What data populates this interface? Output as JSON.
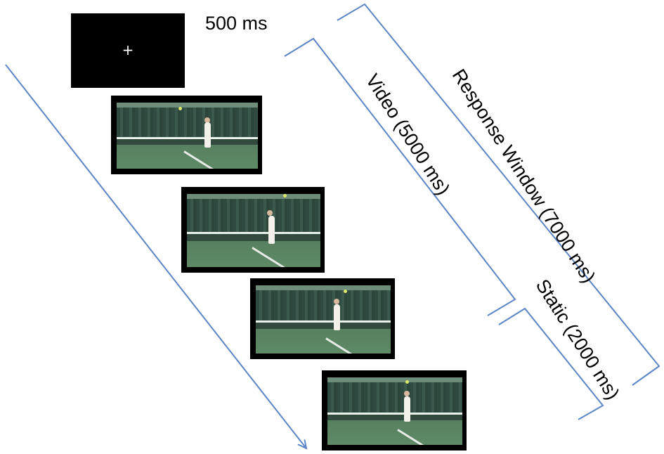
{
  "fixation": {
    "symbol": "+"
  },
  "labels": {
    "fixation_duration": "500 ms",
    "response_window": "Response Window (7000 ms)",
    "video": "Video (5000 ms)",
    "static": "Static (2000 ms)"
  },
  "colors": {
    "arrow": "#5b86c5",
    "bracket": "#5b86c5",
    "frame": "#000000"
  }
}
